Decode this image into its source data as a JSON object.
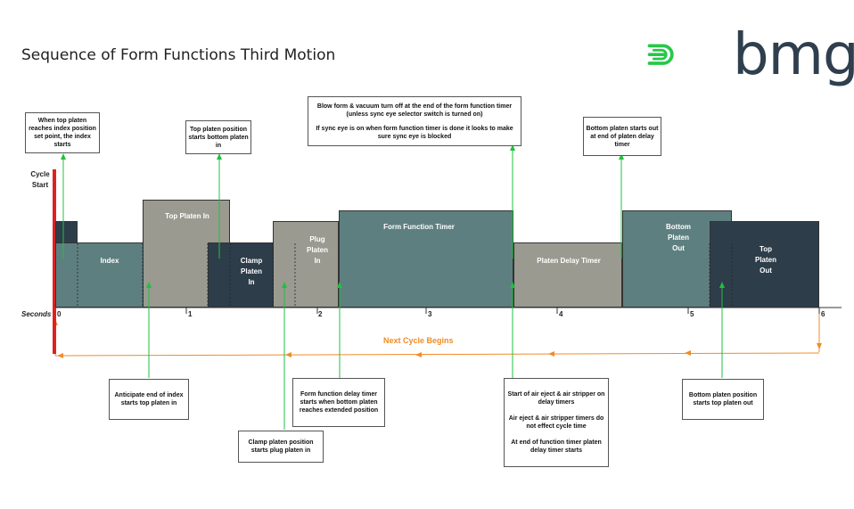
{
  "title": "Sequence of Form Functions Third Motion",
  "logo": {
    "text": "bmg",
    "mark_color": "#27c84a",
    "text_color": "#2f3f4e"
  },
  "colors": {
    "teal": "#5e7f80",
    "gray": "#9a9a90",
    "dark": "#2e3d4a",
    "red": "#e02020",
    "orange": "#f08c28",
    "green": "#22c040"
  },
  "axis": {
    "label": "Seconds",
    "ticks": [
      "0",
      "1",
      "2",
      "3",
      "4",
      "5",
      "6"
    ]
  },
  "cycle_start": {
    "line1": "Cycle",
    "line2": "Start"
  },
  "next_cycle": "Next Cycle Begins",
  "blocks": {
    "index": "Index",
    "top_platen_in": "Top Platen In",
    "clamp_platen_in": [
      "Clamp",
      "Platen",
      "In"
    ],
    "plug_platen_in": [
      "Plug",
      "Platen",
      "In"
    ],
    "form_function_timer": "Form Function Timer",
    "platen_delay_timer": "Platen Delay Timer",
    "bottom_platen_out": [
      "Bottom",
      "Platen",
      "Out"
    ],
    "top_platen_out": [
      "Top",
      "Platen",
      "Out"
    ]
  },
  "callouts": {
    "index_start": "When top platen reaches index position set point, the index starts",
    "top_platen_pos": "Top platen position starts bottom platen in",
    "blow_form_1": "Blow form & vacuum turn off at the end of the form function timer (unless sync eye selector switch is turned on)",
    "blow_form_2": "If sync eye is on when form function timer is done it looks to make sure sync eye is blocked",
    "bottom_platen_starts": "Bottom platen starts out at end of platen delay timer",
    "anticipate": "Anticipate end of index starts top platen in",
    "clamp_plug": "Clamp platen position starts plug platen in",
    "form_delay": "Form function delay timer starts when bottom platen reaches extended position",
    "air_eject_1": "Start of air eject & air stripper on delay timers",
    "air_eject_2": "Air eject & air stripper timers do not effect cycle time",
    "air_eject_3": "At end of function timer platen delay timer starts",
    "bottom_platen_pos": "Bottom platen position starts top platen out"
  }
}
